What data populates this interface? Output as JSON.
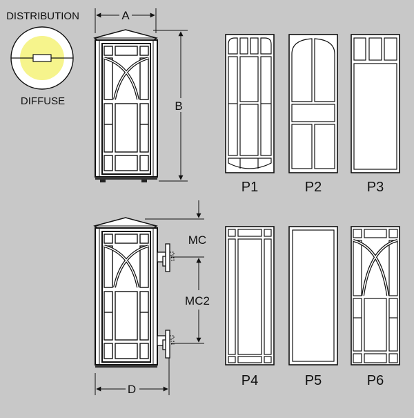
{
  "distribution": {
    "title": "DISTRIBUTION",
    "type": "DIFFUSE",
    "glow_color": "#f6f48c",
    "ring_color": "#ffffff"
  },
  "dimensions": {
    "width": "A",
    "height": "B",
    "mount_center": "MC",
    "mount_center_2": "MC2",
    "depth": "D"
  },
  "panels": [
    "P1",
    "P2",
    "P3",
    "P4",
    "P5",
    "P6"
  ],
  "colors": {
    "background": "#c8c8c8",
    "line": "#111111",
    "panel_fill": "#ffffff"
  }
}
